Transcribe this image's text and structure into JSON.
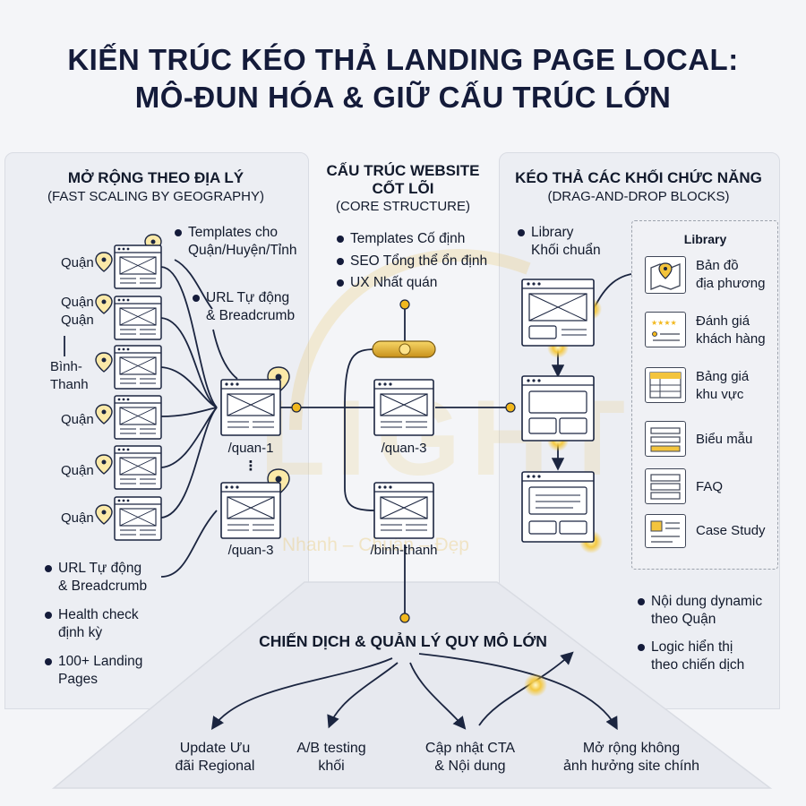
{
  "title": {
    "line1": "KIẾN TRÚC KÉO THẢ LANDING PAGE LOCAL:",
    "line2": "MÔ-ĐUN HÓA & GIỮ CẤU TRÚC LỚN"
  },
  "left": {
    "heading": "MỞ RỘNG THEO ĐỊA LÝ",
    "subheading": "(FAST SCALING BY GEOGRAPHY)",
    "district_labels": [
      "Quận",
      "Quận\nQuận",
      "Bình-\nThanh",
      "Quận",
      "Quận",
      "Quận"
    ],
    "callouts": [
      "Templates cho\nQuận/Huyện/Tỉnh",
      "URL Tự động\n& Breadcrumb"
    ],
    "page_labels": [
      "/quan-1",
      "⋮",
      "/quan-3"
    ],
    "bullets": [
      "URL Tự động\n& Breadcrumb",
      "Health check\nđịnh kỳ",
      "100+ Landing\nPages"
    ]
  },
  "center": {
    "heading_line1": "CẤU TRÚC WEBSITE",
    "heading_line2": "CỐT LÕI",
    "subheading": "(CORE STRUCTURE)",
    "bullets": [
      "Templates Cố định",
      "SEO Tổng thể ổn định",
      "UX Nhất quán"
    ],
    "page_labels": [
      "/quan-3",
      "/binh-thanh"
    ]
  },
  "right": {
    "heading": "KÉO THẢ CÁC KHỐI CHỨC NĂNG",
    "subheading": "(DRAG-AND-DROP BLOCKS)",
    "library_note": "Library\nKhối chuẩn",
    "library_title": "Library",
    "library_items": [
      {
        "label": "Bản đồ\nđịa phương",
        "icon": "map-icon"
      },
      {
        "label": "Đánh giá\nkhách hàng",
        "icon": "review-icon"
      },
      {
        "label": "Bảng giá\nkhu vực",
        "icon": "pricing-table-icon"
      },
      {
        "label": "Biểu mẫu",
        "icon": "form-icon"
      },
      {
        "label": "FAQ",
        "icon": "faq-icon"
      },
      {
        "label": "Case Study",
        "icon": "case-study-icon"
      }
    ],
    "bullets": [
      "Nội dung dynamic\ntheo Quận",
      "Logic hiển thị\ntheo chiến dịch"
    ]
  },
  "bottom": {
    "heading": "CHIẾN DỊCH & QUẢN LÝ QUY MÔ LỚN",
    "items": [
      "Update Ưu\nđãi Regional",
      "A/B testing\nkhối",
      "Cập nhật CTA\n& Nội dung",
      "Mở rộng không\nảnh hưởng site chính"
    ]
  },
  "watermark": {
    "text": "LIGHT",
    "tagline": "Nhanh – Chuẩn – Đẹp"
  },
  "colors": {
    "navy": "#141b3a",
    "gold": "#f2b81d",
    "panel": "#eceef3",
    "line": "#1b2540"
  }
}
